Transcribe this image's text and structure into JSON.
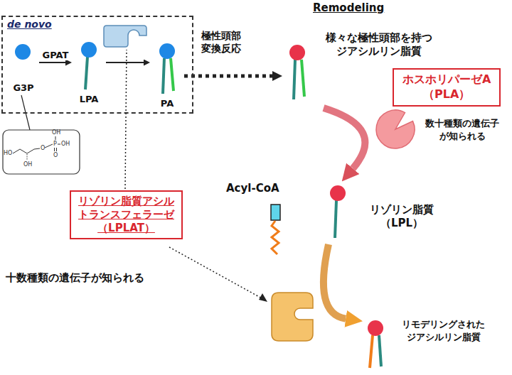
{
  "diagram": {
    "nodes": [
      {
        "text": [
          "de novo"
        ]
      },
      {
        "text": [
          "G3P"
        ],
        "in": 0
      },
      {
        "text": [
          "LPA"
        ],
        "in": 0
      },
      {
        "text": [
          "PA"
        ],
        "in": 0
      },
      {
        "text": [
          "様々な極性頭部を持つ ジアシルリン脂質"
        ]
      },
      {
        "text": [
          "ホスホリパーゼA （PLA）"
        ]
      },
      {
        "text": [
          "リゾリン脂質アシル トランスフェラーゼ （LPLAT）"
        ]
      },
      {
        "text": [
          "リゾリン脂質 （LPL）"
        ]
      },
      {
        "text": [
          "リモデリングされた ジアシルリン脂質"
        ]
      }
    ],
    "edges": [
      {
        "from": 1,
        "to": 2,
        "arrow": "to",
        "label": "GPAT"
      },
      {
        "from": 2,
        "to": 3,
        "arrow": "to"
      },
      {
        "from": 3,
        "to": 4,
        "arrow": "to",
        "label": "極性頭部 変換反応"
      },
      {
        "from": 4,
        "to": 7,
        "arrow": "to"
      },
      {
        "from": 7,
        "to": 8,
        "arrow": "to"
      }
    ],
    "labels": [
      "Remodeling",
      "数十種類の遺伝子 が知られる",
      "Acyl-CoA",
      "十数種類の遺伝子が知られる",
      "HO",
      "OH",
      "O",
      "P",
      "OH",
      "OH",
      "O"
    ]
  }
}
